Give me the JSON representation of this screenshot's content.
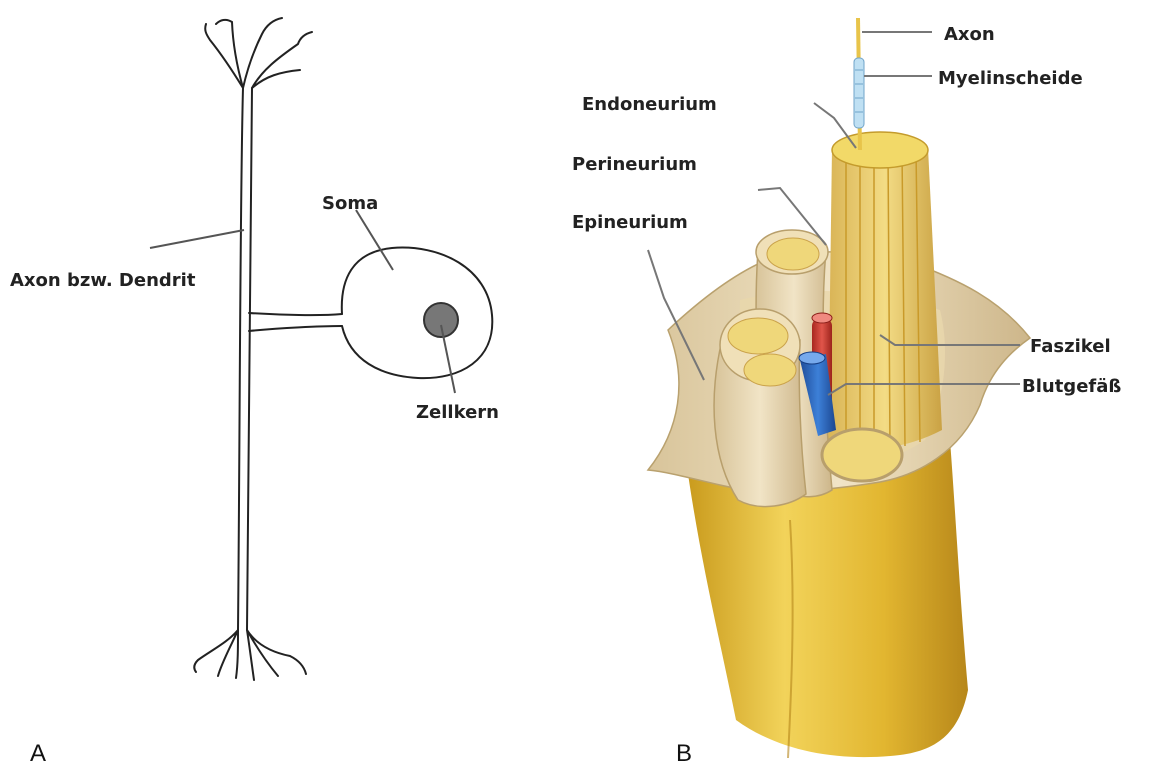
{
  "panel_a": {
    "label": "A",
    "callouts": {
      "soma": "Soma",
      "axon_dendrite": "Axon bzw. Dendrit",
      "nucleus": "Zellkern"
    }
  },
  "panel_b": {
    "label": "B",
    "callouts": {
      "axon": "Axon",
      "myelin": "Myelinscheide",
      "endoneurium": "Endoneurium",
      "perineurium": "Perineurium",
      "epineurium": "Epineurium",
      "fascicle": "Faszikel",
      "blood_vessel": "Blutgefäß"
    }
  },
  "colors": {
    "nerve_yellow": "#e8c44a",
    "epineurium": "#eddcb4",
    "artery": "#d9453a",
    "vein": "#2f6fc6",
    "nucleus": "#777777"
  }
}
